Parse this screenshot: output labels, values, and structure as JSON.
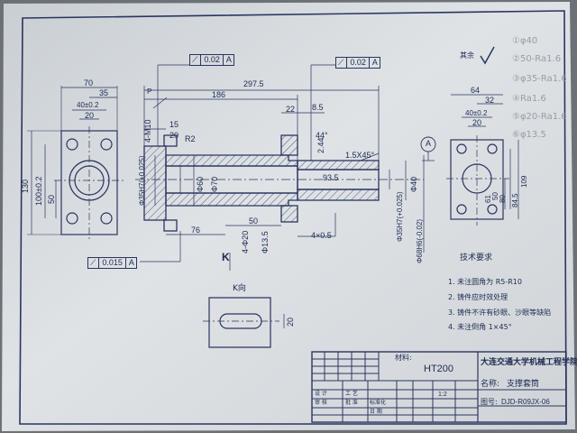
{
  "front_dims": {
    "d297_5": "297.5",
    "d186": "186",
    "d22": "22",
    "d8_5": "8.5",
    "d15": "15",
    "m10": "4-M10",
    "d20": "20",
    "r2": "R2",
    "d44": "44°",
    "d2_44": "2.44",
    "chamfer": "1.5X45°",
    "d93_5": "93.5",
    "d40_right": "Φ40",
    "d60": "Φ60",
    "d70": "Φ70",
    "d35h7": "Φ35H7(+0.025)",
    "d76": "76",
    "d50": "50",
    "d4_20": "4-Φ20",
    "d13_5": "Φ13.5",
    "d4x0_5": "4×0.5",
    "d35h7_b": "Φ35H7(+0.025)",
    "d68h6": "Φ68H6(-0.02)",
    "labelP": "P",
    "labelK": "K"
  },
  "tolerances": {
    "top_left": {
      "sym": "⟋",
      "val": "0.02",
      "datum": "A"
    },
    "top_right": {
      "sym": "⟋",
      "val": "0.02",
      "datum": "A"
    },
    "bottom_left": {
      "sym": "⟋",
      "val": "0.015",
      "datum": "A"
    },
    "datum_label": "A"
  },
  "left_view": {
    "d70": "70",
    "d35": "35",
    "d40": "40±0.2",
    "d20": "20",
    "d130": "130",
    "d100": "100±0.2",
    "d50": "50"
  },
  "right_view": {
    "d64": "64",
    "d32": "32",
    "d40": "40±0.2",
    "d20": "20",
    "d61": "61",
    "d80": "80",
    "d84_5": "84.5",
    "d109": "109",
    "d50": "50"
  },
  "k_view": {
    "title": "K向",
    "d20": "20"
  },
  "roughness_note": "其余",
  "notes": {
    "title": "技术要求",
    "items": [
      "1. 未注圆角为 R5-R10",
      "2. 铸件应时效处理",
      "3. 铸件不许有砂眼、沙眼等缺陷",
      "4. 未注倒角 1×45°"
    ]
  },
  "title_block": {
    "material_label": "材料:",
    "material": "HT200",
    "school": "大连交通大学机械工程学院",
    "name_label": "名称:",
    "name": "支撑套筒",
    "drawing_label": "图号:",
    "drawing_no": "DJD-R09JX-06",
    "scale": "1:2",
    "row_labels": [
      "设 计",
      "审 核",
      "工 艺",
      "批 准",
      "标准化",
      "日 期"
    ]
  },
  "pencil_notes": [
    "①φ40",
    "②50-Ra1.6",
    "③φ35-Ra1.6",
    "④Ra1.6",
    "⑤φ20-Ra1.6",
    "⑥φ13.5"
  ]
}
